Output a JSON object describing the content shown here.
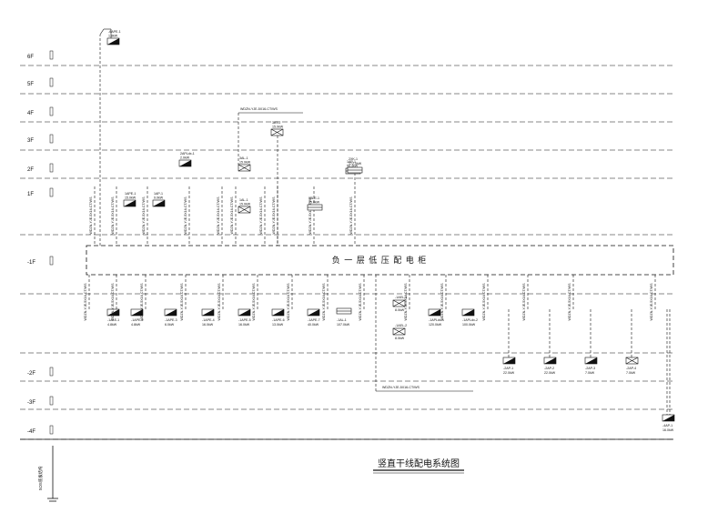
{
  "title": "竖直干线配电系统图",
  "bus_label": "负 一 层 低 压 配 电 柜",
  "ground_label": "SOS底板结构",
  "floors": [
    {
      "label": "6F"
    },
    {
      "label": "5F"
    },
    {
      "label": "4F"
    },
    {
      "label": "3F"
    },
    {
      "label": "2F"
    },
    {
      "label": "1F"
    },
    {
      "label": "-1F"
    },
    {
      "label": "-2F"
    },
    {
      "label": "-3F"
    },
    {
      "label": "-4F"
    }
  ],
  "upper_panels": [
    {
      "name": "-6APE-1",
      "power": "1.8kW"
    },
    {
      "name": "1APE-1",
      "power": "15.0kW"
    },
    {
      "name": "1AP-1",
      "power": "9.0kW"
    },
    {
      "name": "2APLdx-1",
      "power": "2.0kW"
    },
    {
      "name": "3AL-1",
      "power": "15.0kW"
    },
    {
      "name": "3AT-2",
      "power": "15.0kW"
    },
    {
      "name": "1AL-1",
      "power": "15.0kW"
    },
    {
      "name": "1ALE-1",
      "power": "15.0kW"
    },
    {
      "name": "1AP-1",
      "power": "56.3kW"
    },
    {
      "name": "2XK-1",
      "power": "172.0kW"
    }
  ],
  "upper_cables": [
    "WDZN-YJE-5X16-CT/WS",
    "WDZN-YJE-5X16-CT/WS",
    "WDZN-YJE-5X16-CT/WS",
    "WDZN-YJE-5X16-CT/WS",
    "WDZN-YJE-5X16-CT/WS",
    "WDZN-YJE-5X16-CT/WS",
    "WDZN-YJE-5X16-CT/WS",
    "WDZN-YJE-5X16-CT/WS",
    "WDZN-YJE-5X16-CT/WS",
    "WDZN-YJE-5X16-CT/WS"
  ],
  "top_cable": "WDZN-YJE-5X16-CT/WS",
  "lower_panels": [
    {
      "name": "-1ALE-1",
      "power": "4.8kW"
    },
    {
      "name": "-1APE-2",
      "power": "4.8kW"
    },
    {
      "name": "-1APE-3",
      "power": "6.0kW"
    },
    {
      "name": "-1APE-4",
      "power": "16.0kW"
    },
    {
      "name": "-1APE-5",
      "power": "16.0kW"
    },
    {
      "name": "-1APE-6",
      "power": "13.0kW"
    },
    {
      "name": "-1APE-7",
      "power": "40.0kW"
    },
    {
      "name": "-1AL-1",
      "power": "107.0kW"
    },
    {
      "name": "-1APLdx-1",
      "power": "120.0kW"
    },
    {
      "name": "-1APLdx-2",
      "power": "100.0kW"
    }
  ],
  "lower_cables": [
    "WDZN-YJE-5X16-CT/WS",
    "WDZN-YJE-5X16-CT/WS",
    "WDZN-YJE-5X16-CT/WS",
    "WDZN-YJE-5X16-CT/WS",
    "WDZN-YJE-5X16-CT/WS",
    "WDZN-YJE-5X16-CT/WS",
    "WDZN-YJE-5X16-CT/WS",
    "WDZN-YJE-5X16-CT/WS",
    "WDZN-YJE-5X16-CT/WS",
    "WDZN-YJE-5X16-CT/WS",
    "WDZN-YJE-5X16-CT/WS",
    "WDZN-YJE-5X16-CT/WS",
    "WDZN-YJE-5X16-CT/WS",
    "WDZN-YJE-5X16-CT/WS",
    "WDZN-YJE-5X16-CT/WS"
  ],
  "fan_units": [
    {
      "name": "-1AEL-1",
      "power": "8.0kW"
    },
    {
      "name": "-1AEL-2",
      "power": "8.0kW"
    }
  ],
  "mid_cable": "WDZN-YJE-5X16-CT/WS",
  "basement2_panels": [
    {
      "name": "-2AP-1",
      "power": "22.0kW"
    },
    {
      "name": "-2AP-2",
      "power": "22.0kW"
    },
    {
      "name": "-2AP-3",
      "power": "7.0kW"
    },
    {
      "name": "-2AP-4",
      "power": "7.0kW"
    }
  ],
  "basement4_panel": {
    "name": "-4AP-1",
    "power": "16.0kW"
  }
}
